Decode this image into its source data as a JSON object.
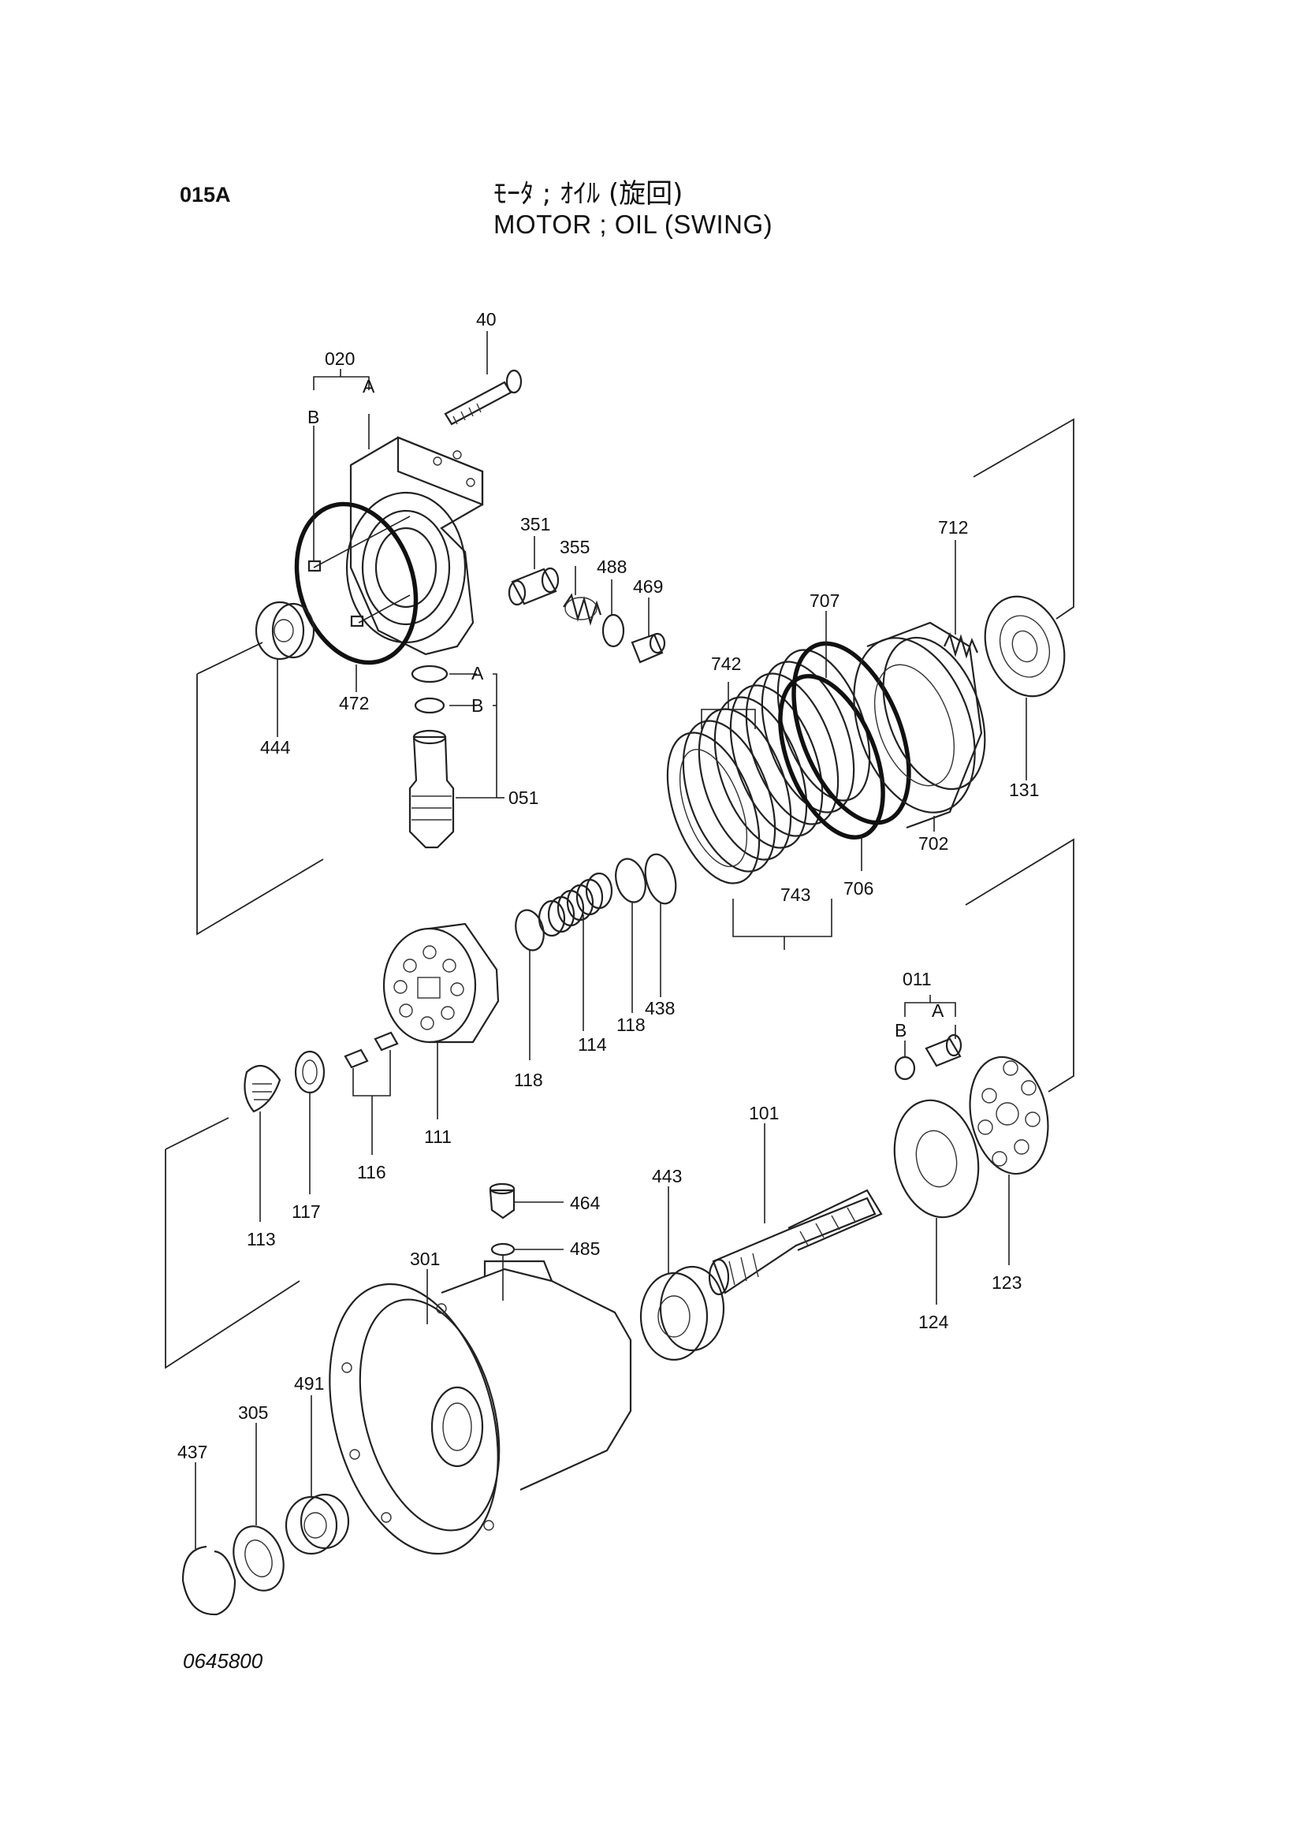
{
  "header": {
    "code": "015A",
    "title_jp": "ﾓｰﾀ ; ｵｲﾙ (旋回)",
    "title_en": "MOTOR ; OIL (SWING)"
  },
  "drawing_number": "0645800",
  "callouts": {
    "p40": "40",
    "p020": "020",
    "p020A": "A",
    "p020B": "B",
    "p351": "351",
    "p355": "355",
    "p488": "488",
    "p469": "469",
    "p712": "712",
    "p707": "707",
    "p742": "742",
    "p472": "472",
    "p444": "444",
    "p051": "051",
    "p051A": "A",
    "p051B": "B",
    "p131": "131",
    "p702": "702",
    "p706": "706",
    "p743": "743",
    "p438": "438",
    "p118a": "118",
    "p118b": "118",
    "p114": "114",
    "p111": "111",
    "p116": "116",
    "p117": "117",
    "p113": "113",
    "p011": "011",
    "p011A": "A",
    "p011B": "B",
    "p101": "101",
    "p443": "443",
    "p464": "464",
    "p485": "485",
    "p301": "301",
    "p124": "124",
    "p123": "123",
    "p491": "491",
    "p305": "305",
    "p437": "437"
  }
}
